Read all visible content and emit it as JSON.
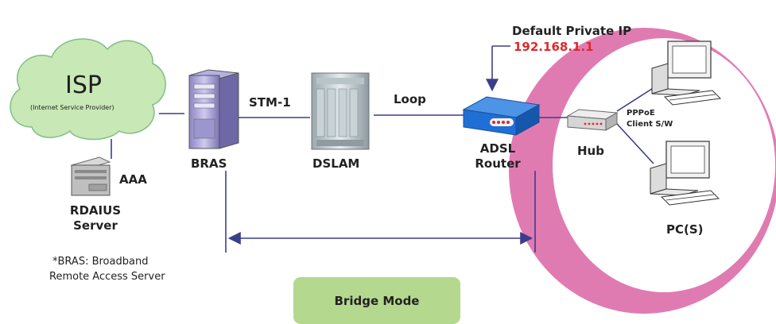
{
  "colors": {
    "ring": "#e07bb2",
    "cloud": "#c8e8b6",
    "cloud_stroke": "#7fbf85",
    "bridge_button": "#b5d88f",
    "ip_text": "#e0282c",
    "router_blue": "#1f6fd6",
    "line": "#3a3f8a"
  },
  "isp": {
    "title": "ISP",
    "subtitle": "(Internet Service Provider)"
  },
  "aaa": {
    "label": "AAA",
    "server_line1": "RDAIUS",
    "server_line2": "Server"
  },
  "bras": {
    "label": "BRAS",
    "link_label": "STM-1"
  },
  "dslam": {
    "label": "DSLAM",
    "link_label": "Loop"
  },
  "router": {
    "line1": "ADSL",
    "line2": "Router"
  },
  "default_ip": {
    "title": "Default Private IP",
    "ip": "192.168.1.1"
  },
  "hub": {
    "label": "Hub"
  },
  "pppoe": {
    "line1": "PPPoE",
    "line2": "Client S/W"
  },
  "pcs": {
    "label": "PC(S)"
  },
  "footnote": {
    "line1": "*BRAS: Broadband",
    "line2": "Remote Access Server"
  },
  "bridge": {
    "label": "Bridge Mode"
  },
  "icons": [
    "cloud-icon",
    "server-tower-icon",
    "aaa-server-icon",
    "dslam-rack-icon",
    "router-icon",
    "hub-icon",
    "pc-icon",
    "pc-icon"
  ]
}
